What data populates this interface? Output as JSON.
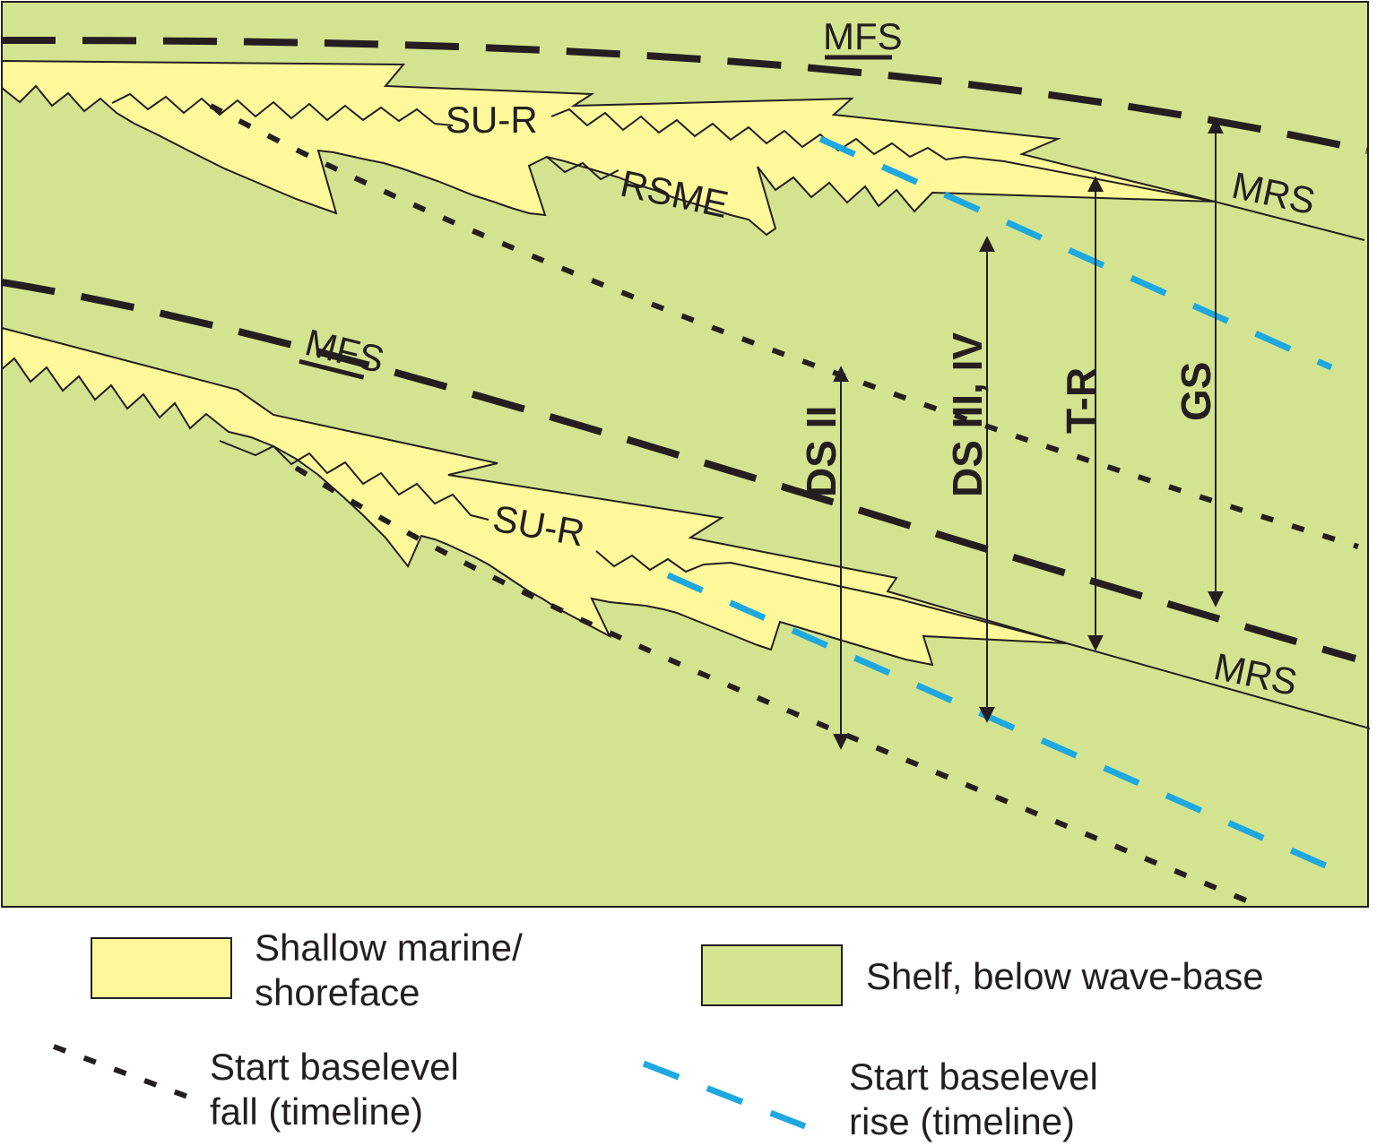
{
  "colors": {
    "shelf": "#d4e38f",
    "shoreface": "#fdf89a",
    "line": "#231f20",
    "rise_timeline": "#1ea8e0"
  },
  "labels": {
    "mfs_upper": "MFS",
    "mfs_lower": "MFS",
    "sur_upper": "SU-R",
    "sur_lower": "SU-R",
    "rsme": "RSME",
    "mrs_upper": "MRS",
    "mrs_lower": "MRS",
    "ds_ii": "DS II",
    "ds_iii_iv": "DS III, IV",
    "t_r": "T-R",
    "gs": "GS"
  },
  "legend": {
    "shoreface_line1": "Shallow marine/",
    "shoreface_line2": "shoreface",
    "shelf": "Shelf, below wave-base",
    "fall_line1": "Start baselevel",
    "fall_line2": "fall (timeline)",
    "rise_line1": "Start baselevel",
    "rise_line2": "rise (timeline)"
  }
}
